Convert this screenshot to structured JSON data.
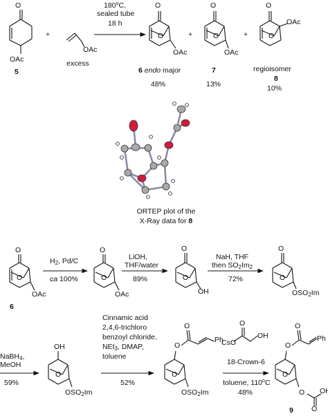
{
  "scheme": {
    "row1": {
      "cond_temp": "180",
      "cond_deg_unit": "C,",
      "cond_tube": "sealed tube",
      "cond_time": "18 h",
      "plus": "+",
      "reactant_label": "5",
      "vinyl_label": "excess",
      "p6_num": "6",
      "p6_text": "endo",
      "p6_suffix": " major",
      "p6_yield": "48%",
      "p7_num": "7",
      "p7_yield": "13%",
      "p8_word": "regioisomer",
      "p8_num": "8",
      "p8_yield": "10%"
    },
    "ortep": {
      "caption_line1": "ORTEP plot of the",
      "caption_line2": "X-Ray data for ",
      "caption_bold": "8"
    },
    "row2": {
      "start_label": "6",
      "step1_reagent": "H",
      "step1_reagent_tail": ", Pd/C",
      "step1_yield_pre": "ca",
      "step1_yield": " 100%",
      "step2_line1": "LiOH,",
      "step2_line2": "THF/water",
      "step2_yield": "89%",
      "step3_line1": "NaH, THF",
      "step3_line2": "then  SO",
      "step3_line2_tail": "Im",
      "step3_yield": "72%"
    },
    "row3": {
      "step4_line1": "NaBH",
      "step4_line2": "MeOH",
      "step4_yield": "59%",
      "step5_line1": "Cinnamic acid",
      "step5_line2": "2,4,6-trichloro",
      "step5_line3": "benzoyl chloride,",
      "step5_line4": "NEt",
      "step5_line4_tail": ", DMAP,",
      "step5_line5": "toluene",
      "step5_yield": "52%",
      "step6_line1": "18-Crown-6",
      "step6_line2": "toluene, 110",
      "step6_line2_tail": "C",
      "step6_yield": "48%",
      "final_label": "9"
    },
    "atoms": {
      "O": "O",
      "OAc": "OAc",
      "OH": "OH",
      "OSO2Im": "OSO",
      "Im": "Im",
      "Ph": "Ph",
      "Cs": "CsO",
      "sub2": "2",
      "sub3": "3",
      "sub4": "4",
      "deg": "o"
    }
  }
}
